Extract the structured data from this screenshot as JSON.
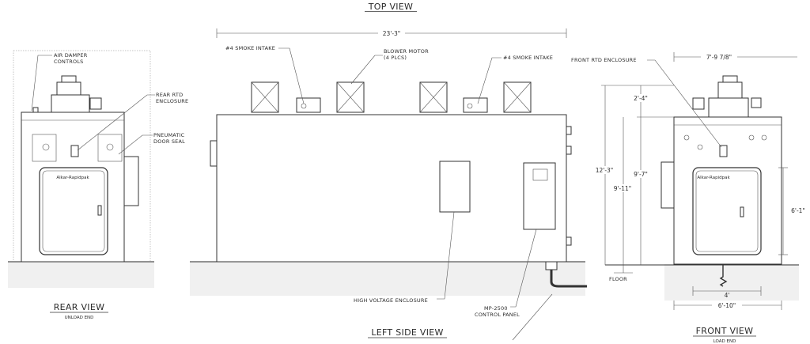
{
  "views": {
    "top": {
      "title": "TOP VIEW"
    },
    "rear": {
      "title": "REAR VIEW",
      "subtitle": "UNLOAD END"
    },
    "left": {
      "title": "LEFT SIDE VIEW"
    },
    "front": {
      "title": "FRONT VIEW",
      "subtitle": "LOAD END"
    }
  },
  "callouts": {
    "air_damper_1": "AIR DAMPER",
    "air_damper_2": "CONTROLS",
    "rear_rtd_1": "REAR RTD",
    "rear_rtd_2": "ENCLOSURE",
    "pneumatic_1": "PNEUMATIC",
    "pneumatic_2": "DOOR SEAL",
    "smoke_intake_left": "#4 SMOKE INTAKE",
    "blower_motor_1": "BLOWER MOTOR",
    "blower_motor_2": "(4 PLCS)",
    "smoke_intake_right": "#4 SMOKE INTAKE",
    "front_rtd": "FRONT RTD ENCLOSURE",
    "high_voltage": "HIGH VOLTAGE ENCLOSURE",
    "control_panel_1": "MP-2500",
    "control_panel_2": "CONTROL PANEL",
    "floor": "FLOOR"
  },
  "dimensions": {
    "overall_length": "23'-3\"",
    "front_width_top": "7'-9 7/8\"",
    "height_2_4": "2'-4\"",
    "height_12_3": "12'-3\"",
    "height_9_7": "9'-7\"",
    "height_9_11": "9'-11\"",
    "door_height": "6'-1\"",
    "width_4": "4'",
    "width_6_10": "6'-10\""
  },
  "brand": "Alkar-Rapidpak"
}
